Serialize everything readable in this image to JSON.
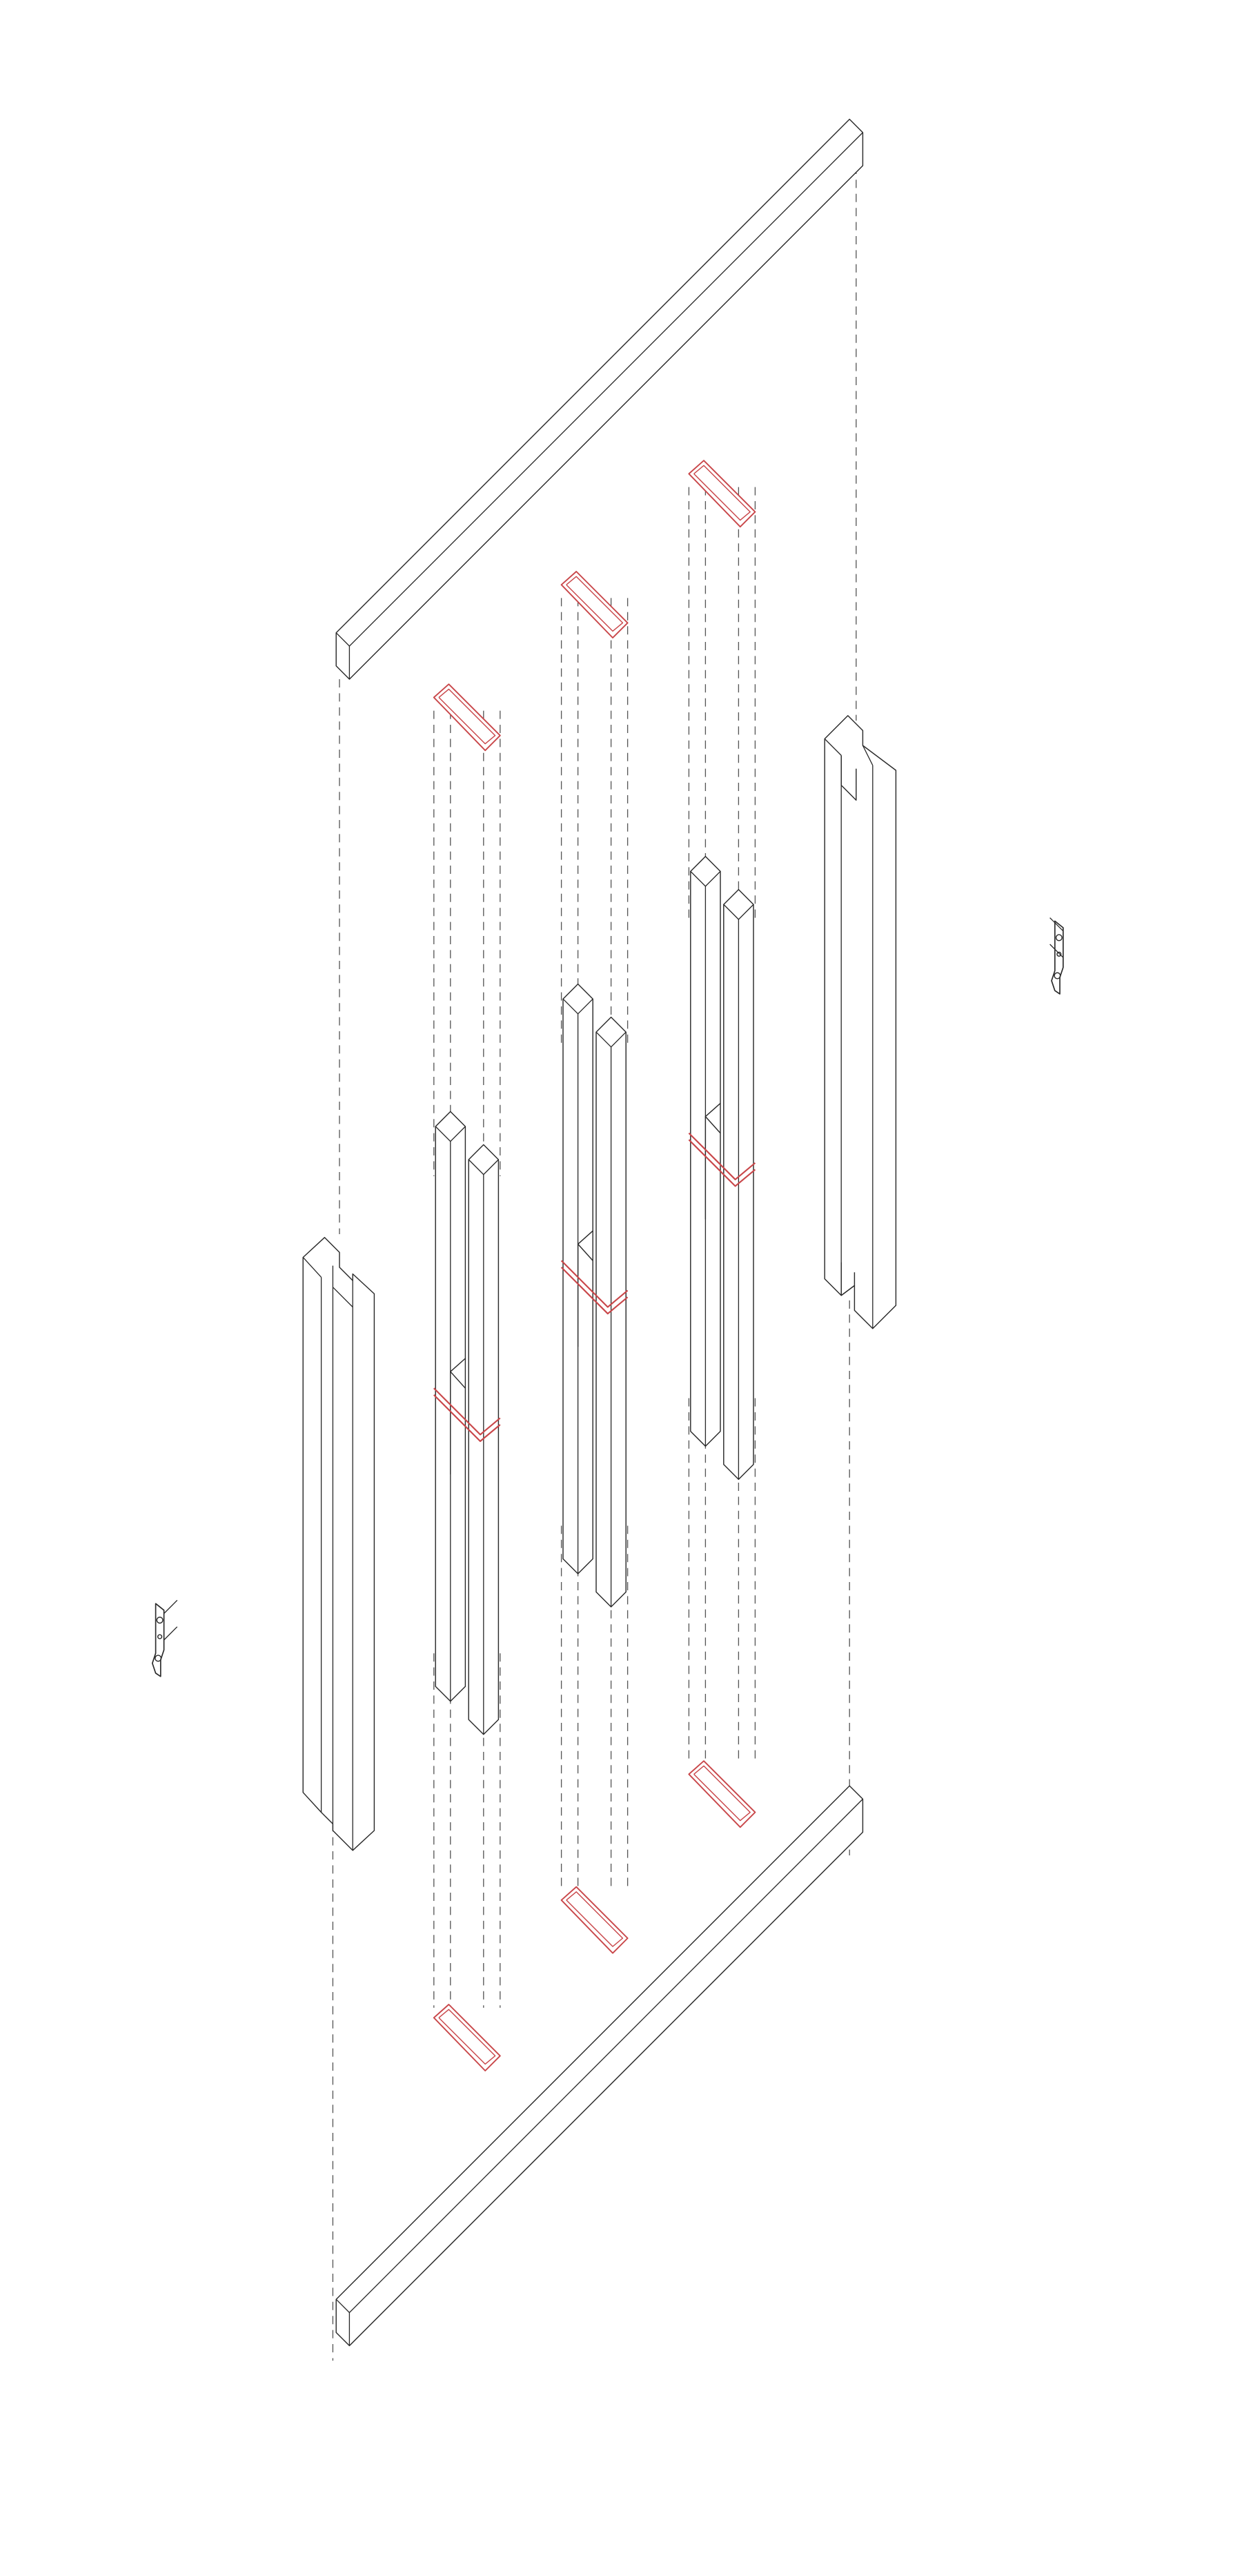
{
  "diagram": {
    "type": "exploded axonometric assembly",
    "line_color": "#2a2a2a",
    "accent_color": "#c9474a",
    "dash_color": "#555555",
    "parts": [
      "top-beam",
      "bottom-beam",
      "left-side-post",
      "right-side-post",
      "post-pair-1",
      "post-pair-2",
      "post-pair-3",
      "bracket-detail-left",
      "bracket-detail-right"
    ]
  }
}
